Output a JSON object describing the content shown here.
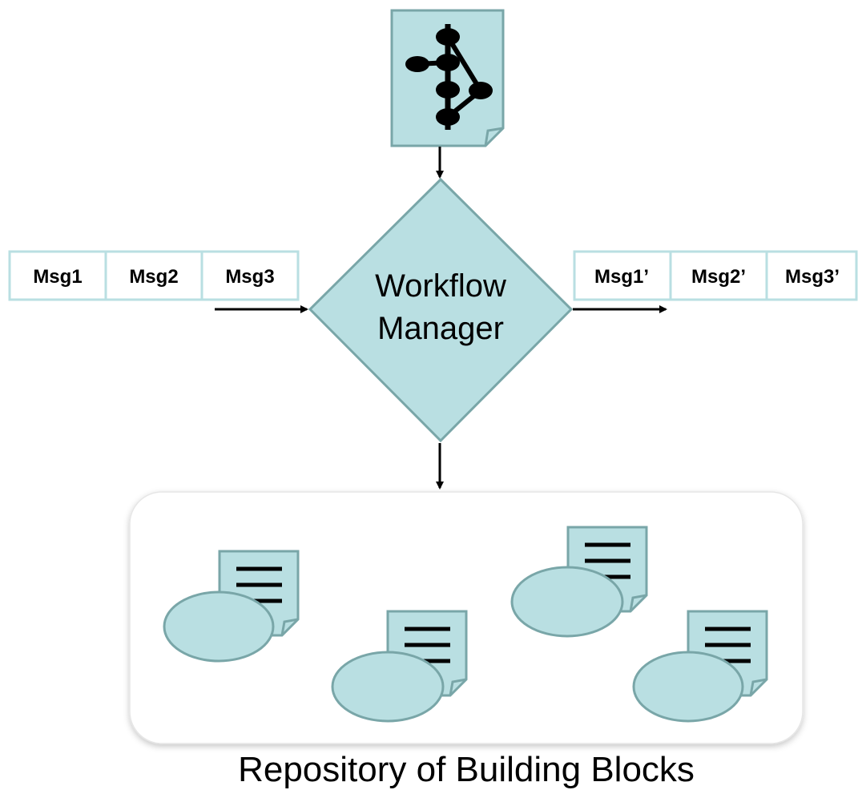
{
  "diagram": {
    "input_queue": [
      "Msg1",
      "Msg2",
      "Msg3"
    ],
    "output_queue": [
      "Msg1’",
      "Msg2’",
      "Msg3’"
    ],
    "manager": {
      "line1": "Workflow",
      "line2": "Manager"
    },
    "repository": {
      "caption": "Repository of Building Blocks"
    },
    "icons": {
      "workflow_definition": "workflow-document-icon",
      "building_block": "building-block-icon"
    },
    "colors": {
      "fill": "#b9dfe2",
      "stroke": "#79a6a8",
      "queue_border": "#b9dfe2",
      "arrow": "#000000",
      "repository_bg": "#ffffff",
      "repository_border": "#e6e6e6"
    }
  }
}
